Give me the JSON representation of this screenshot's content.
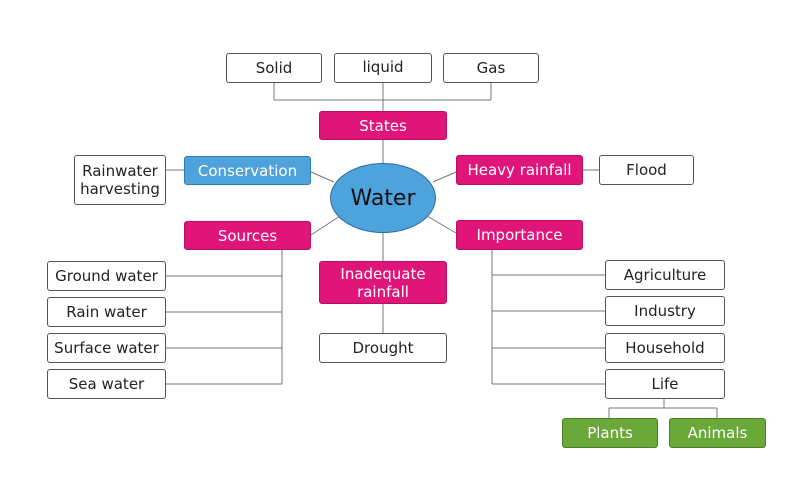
{
  "center": "Water",
  "states": {
    "label": "States",
    "children": [
      "Solid",
      "liquid",
      "Gas"
    ]
  },
  "conservation": {
    "label": "Conservation",
    "child": "Rainwater harvesting"
  },
  "heavy_rainfall": {
    "label": "Heavy rainfall",
    "child": "Flood"
  },
  "sources": {
    "label": "Sources",
    "children": [
      "Ground water",
      "Rain water",
      "Surface water",
      "Sea water"
    ]
  },
  "inadequate_rainfall": {
    "label": "Inadequate rainfall",
    "child": "Drought"
  },
  "importance": {
    "label": "Importance",
    "children": [
      "Agriculture",
      "Industry",
      "Household",
      "Life"
    ],
    "life_children": [
      "Plants",
      "Animals"
    ]
  },
  "colors": {
    "category": "#e0157a",
    "center": "#4fa3dc",
    "life": "#6aa83a"
  }
}
